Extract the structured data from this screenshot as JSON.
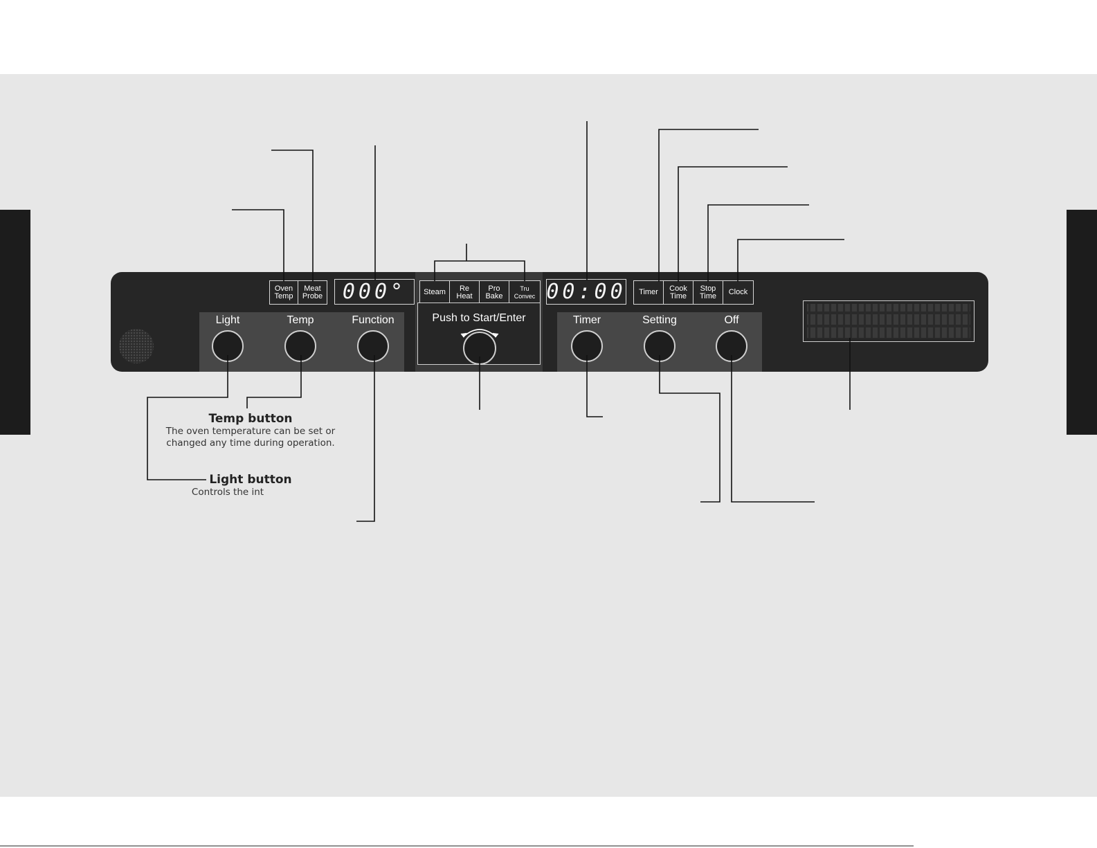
{
  "indicators_left": [
    {
      "id": "oven-temp",
      "label": "Oven\nTemp"
    },
    {
      "id": "meat-probe",
      "label": "Meat\nProbe"
    }
  ],
  "temp_display": {
    "value": "000°"
  },
  "modes": [
    {
      "id": "steam",
      "label": "Steam"
    },
    {
      "id": "reheat",
      "label": "Re\nHeat"
    },
    {
      "id": "pro-bake",
      "label": "Pro\nBake"
    },
    {
      "id": "tru-convec",
      "label": "Tru\nConvec"
    }
  ],
  "time_display": {
    "value": "00:00"
  },
  "indicators_right": [
    {
      "id": "timer",
      "label": "Timer"
    },
    {
      "id": "cook-time",
      "label": "Cook\nTime"
    },
    {
      "id": "stop-time",
      "label": "Stop\nTime"
    },
    {
      "id": "clock",
      "label": "Clock"
    }
  ],
  "left_buttons": {
    "light": "Light",
    "temp": "Temp",
    "function": "Function"
  },
  "center": {
    "label": "Push to Start/Enter"
  },
  "right_buttons": {
    "timer": "Timer",
    "setting": "Setting",
    "off": "Off"
  },
  "captions": {
    "temp_title": "Temp button",
    "temp_text": "The oven temperature can be set or\nchanged any time during operation.",
    "light_title": "Light button",
    "light_text": "Controls the int"
  }
}
